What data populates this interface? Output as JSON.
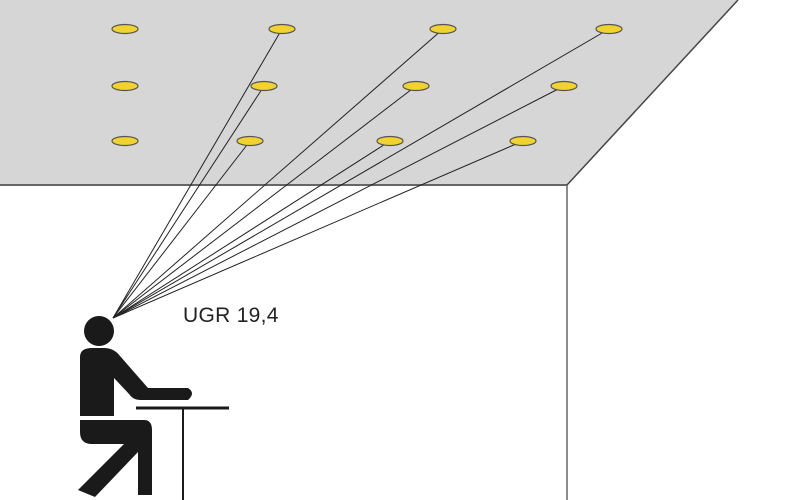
{
  "diagram": {
    "label": "UGR 19,4",
    "colors": {
      "ceiling": "#d6d6d6",
      "ceiling_edge": "#555555",
      "light_fill": "#f2d22e",
      "light_stroke": "#555555",
      "sight_line": "#222222",
      "figure": "#1a1a1a",
      "wall_line": "#666666"
    },
    "lights": [
      {
        "row": 1,
        "col": 1,
        "connected": false
      },
      {
        "row": 1,
        "col": 2,
        "connected": true
      },
      {
        "row": 1,
        "col": 3,
        "connected": true
      },
      {
        "row": 1,
        "col": 4,
        "connected": true
      },
      {
        "row": 2,
        "col": 1,
        "connected": false
      },
      {
        "row": 2,
        "col": 2,
        "connected": true
      },
      {
        "row": 2,
        "col": 3,
        "connected": true
      },
      {
        "row": 2,
        "col": 4,
        "connected": true
      },
      {
        "row": 3,
        "col": 1,
        "connected": false
      },
      {
        "row": 3,
        "col": 2,
        "connected": true
      },
      {
        "row": 3,
        "col": 3,
        "connected": true
      },
      {
        "row": 3,
        "col": 4,
        "connected": true
      }
    ]
  }
}
